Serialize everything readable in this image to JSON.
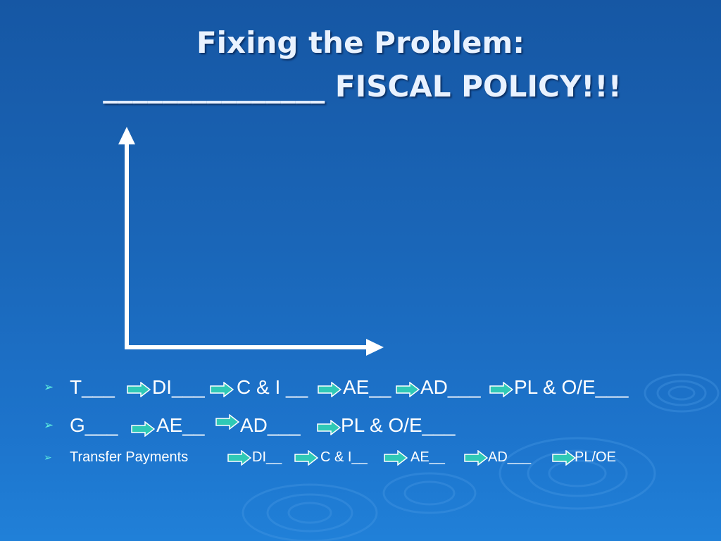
{
  "title": {
    "line1": "Fixing the Problem:",
    "line2": "_______________ FISCAL POLICY!!!"
  },
  "bullets": [
    {
      "marker": "➢",
      "segments": [
        "T___",
        "DI___",
        "C & I __",
        "AE__",
        "AD___",
        "PL & O/E___"
      ]
    },
    {
      "marker": "➢",
      "segments": [
        "G___",
        "AE__",
        "AD___",
        "PL & O/E___"
      ]
    },
    {
      "marker": "➢",
      "segments": [
        "Transfer Payments",
        "DI__",
        "C & I__",
        "AE__",
        "AD___",
        "PL/OE"
      ]
    }
  ],
  "colors": {
    "background": "#1a66b8",
    "title_text": "#e9f2ff",
    "bullet_marker": "#5ff0e0",
    "arrow_fill": "#2fc9b6",
    "axis_color": "#ffffff"
  },
  "icons": {
    "flow_arrow": "right-block-arrow-icon",
    "bullet": "arrowhead-bullet-icon"
  }
}
